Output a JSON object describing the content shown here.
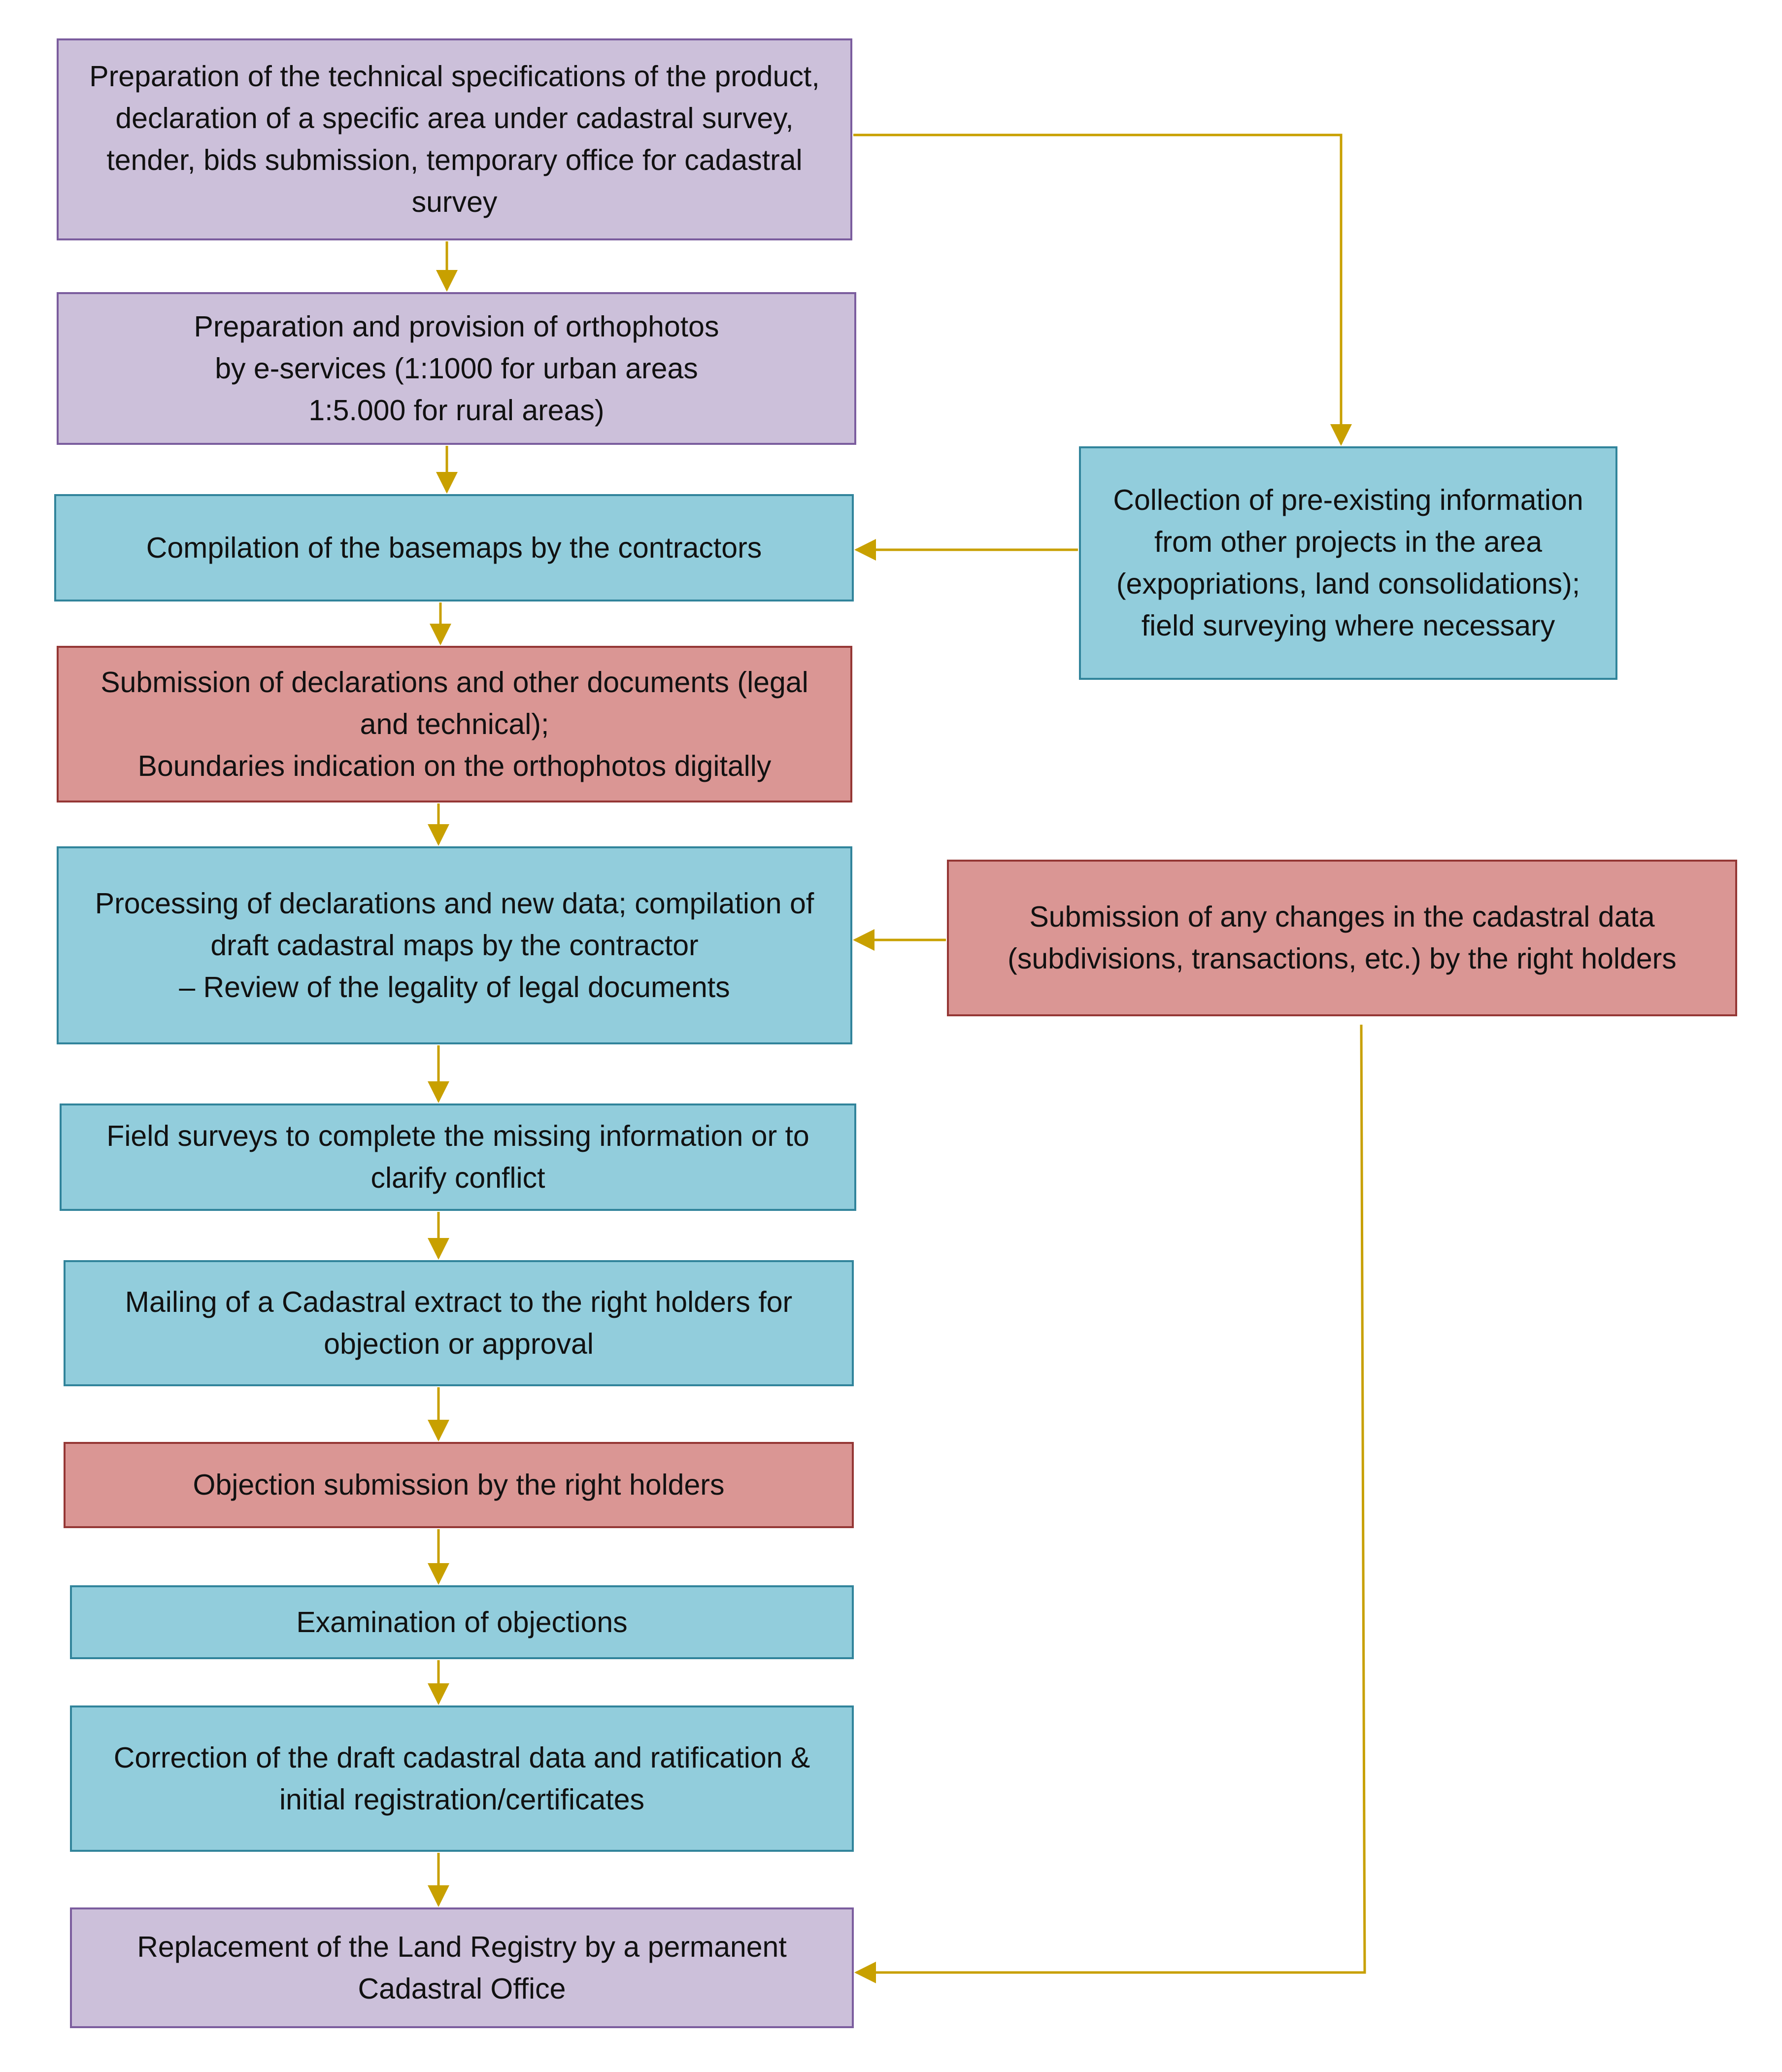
{
  "palette": {
    "purple_fill": "#ccc0da",
    "blue_fill": "#92cddc",
    "red_fill": "#da9694",
    "arrow_color": "#c8a000"
  },
  "boxes": {
    "prep_specs": "Preparation of the technical specifications of the product, declaration of a specific area under cadastral survey, tender, bids submission, temporary office for cadastral survey",
    "orthophotos": "Preparation and provision of orthophotos\nby e-services (1:1000 for urban areas\n1:5.000 for rural areas)",
    "basemaps": "Compilation of the basemaps by the contractors",
    "submission_declarations": "Submission of declarations and other documents (legal and technical);\nBoundaries indication on the orthophotos digitally",
    "processing": "Processing of declarations and new data; compilation of draft cadastral maps by the contractor\n– Review of the legality of legal documents",
    "field_surveys": "Field surveys to complete the missing information or to clarify conflict",
    "mailing": "Mailing of a Cadastral extract to the right holders for objection or approval",
    "objection_submission": "Objection submission by the right holders",
    "examination": "Examination of objections",
    "correction": "Correction of the draft cadastral data and ratification & initial registration/certificates",
    "replacement": "Replacement of the Land Registry by a permanent Cadastral Office",
    "collection": "Collection of pre-existing information from other projects in the area (expopriations, land consolidations); field surveying where necessary",
    "changes_submission": "Submission of any changes in the cadastral data (subdivisions, transactions, etc.) by the right holders"
  }
}
